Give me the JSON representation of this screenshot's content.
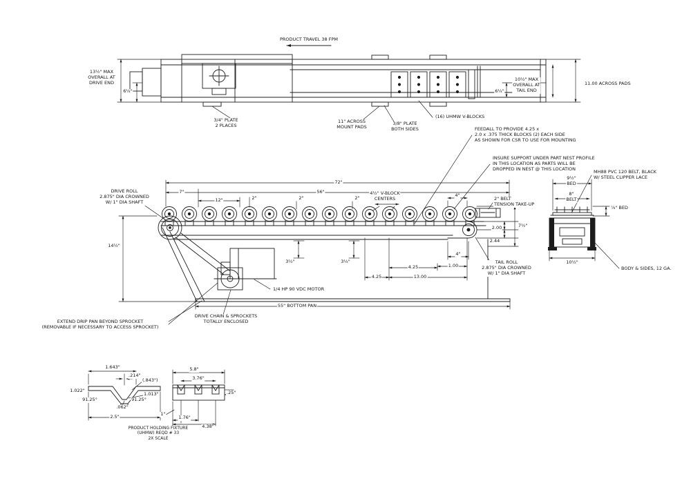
{
  "sheet": {
    "background": "#ffffff",
    "ink": "#1c1c1c"
  },
  "top_view": {
    "product_travel": "PRODUCT TRAVEL 38 FPM",
    "overall_drive_end": "13½\" MAX\nOVERALL AT\nDRIVE END",
    "pad_offset_left": "6¼\"",
    "plate_two_places": "3/4\" PLATE\n2 PLACES",
    "across_mount_pads": "11\" ACROSS\nMOUNT PADS",
    "plate_both_sides": "3/8\" PLATE\nBOTH SIDES",
    "vblocks_qty": "(16) UHMW V-BLOCKS",
    "overall_tail_end": "10½\" MAX\nOVERALL AT\nTAIL END",
    "pad_offset_right": "6¼\"",
    "across_pads": "11.00 ACROSS PADS"
  },
  "notes": {
    "feedall": "FEEDALL TO PROVIDE 4.25 x\n2.0 x .375 THICK BLOCKS (2) EACH SIDE\nAS SHOWN FOR CSR TO USE FOR MOUNTING",
    "insure_support": "INSURE SUPPORT UNDER PART NEST PROFILE\nIN THIS LOCATION AS PARTS WILL BE\nDROPPED IN NEST @ THIS LOCATION"
  },
  "side_view": {
    "overall_length": "72\"",
    "dim_7": "7\"",
    "dim_56": "56\"",
    "dim_12": "12\"",
    "dim_2_first": "2\"",
    "dim_2_mid": "2\"",
    "dim_2_last": "2\"",
    "vblock_centers": "4½\" V-BLOCK\nCENTERS",
    "dim_4_top": "4\"",
    "belt_takeup": "2\" BELT\nTENSION TAKE-UP",
    "height": "14½\"",
    "dim_3_5": "3½\"",
    "dim_3_25": "3¼\"",
    "dim_2_00": "2.00",
    "dim_2_44": "2.44",
    "dim_7_5": "7½\"",
    "dim_4_tail": "4\"",
    "dim_1_00": "1.00",
    "dim_4_25_upper": "4.25",
    "dim_4_25_lower": "4.25",
    "dim_13_00": "13.00",
    "bottom_pan": "55\" BOTTOM PAN",
    "drive_roll": "DRIVE ROLL\n2.875\" DIA CROWNED\nW/ 1\" DIA SHAFT",
    "tail_roll": "TAIL ROLL\n2.875\" DIA CROWNED\nW/ 1\" DIA SHAFT",
    "motor": "1/4 HP 90 VDC MOTOR",
    "chain": "DRIVE CHAIN & SPROCKETS\nTOTALLY ENCLOSED",
    "drip_pan": "EXTEND DRIP PAN BEYOND SPROCKET\n(REMOVABLE IF NECESSARY TO ACCESS SPROCKET)"
  },
  "end_view": {
    "belt_spec": "MH88 PVC 120 BELT, BLACK\nW/ STEEL CLIPPER LACE",
    "bed_width": "9½\"\nBED",
    "belt_width": "8\"\nBELT",
    "bed_lip": "⅞\" BED",
    "body_gauge": "BODY & SIDES, 12 GA.",
    "overall_width": "10½\""
  },
  "fixture_detail": {
    "dim_1_643": "1.643\"",
    "dim_214": ".214\"",
    "dim_843": "(.843\")",
    "dim_1_013": "1.013\"",
    "dim_1_022": "1.022\"",
    "angle_left": "91.25°",
    "angle_right": "91.25°",
    "dim_062": ".062\"",
    "dim_2_5": "2.5\"",
    "dim_5_8": "5.8\"",
    "dim_3_76": "3.76\"",
    "dim_25": ".25\"",
    "dim_1": "1\"",
    "dim_1_76": "1.76\"",
    "dim_4_38": "4.38\"",
    "caption": "PRODUCT HOLDING FIXTURE\n(UHMW) REQD # 33\n2X SCALE"
  }
}
